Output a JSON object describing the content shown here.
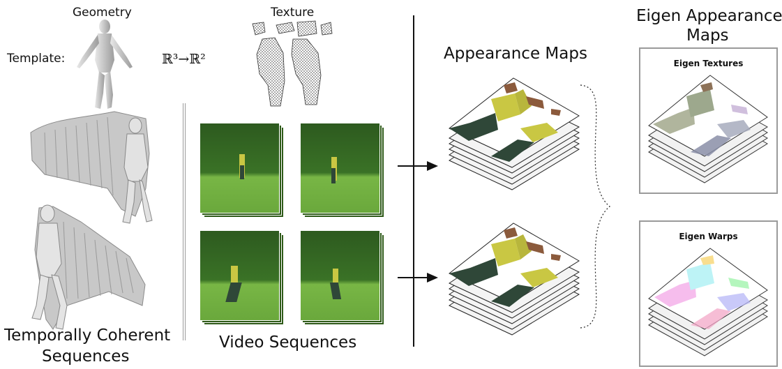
{
  "labels": {
    "geometry": "Geometry",
    "texture": "Texture",
    "template": "Template:",
    "mapping": "ℝ³→ℝ²",
    "temporally_line1": "Temporally Coherent",
    "temporally_line2": "Sequences",
    "video_sequences": "Video Sequences",
    "appearance_maps": "Appearance Maps",
    "eigen_title_line1": "Eigen Appearance",
    "eigen_title_line2": "Maps",
    "eigen_textures": "Eigen Textures",
    "eigen_warps": "Eigen Warps"
  },
  "colors": {
    "green_screen": "#3a7226",
    "floor": "#78b645",
    "box_border": "#9a9a9a",
    "shirt": "#c9c743",
    "pants": "#2f4738"
  }
}
